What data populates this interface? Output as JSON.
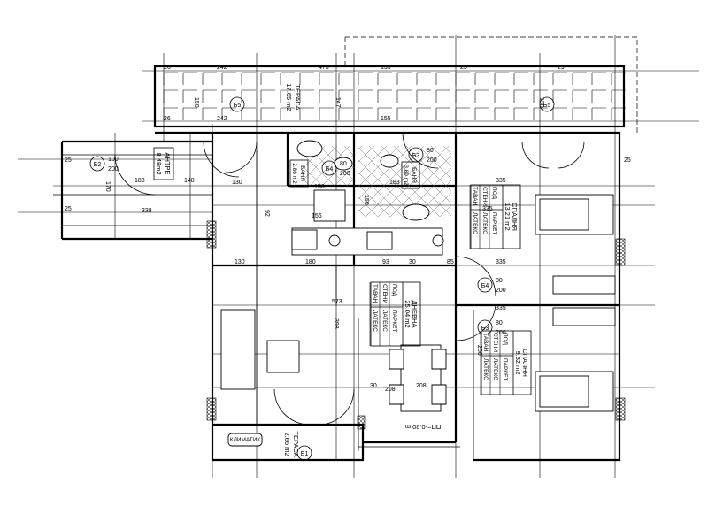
{
  "rooms": {
    "terrace_top": {
      "name": "ТЕРАСА",
      "area": "17.65 m2"
    },
    "entry": {
      "name": "АНТРЕ",
      "area": "8.48m2"
    },
    "bath_1": {
      "name": "БАНЯ",
      "area": "2.86 m2"
    },
    "bath_2": {
      "name": "БАНЯ",
      "area": "3.69 m2"
    },
    "bedroom_1": {
      "name": "СПАЛНЯ",
      "area": "13.21 m2"
    },
    "living": {
      "name": "ДНЕВНА",
      "area": "25.04 m2"
    },
    "bedroom_2": {
      "name": "СПАЛНЯ",
      "area": "9.32 m2"
    },
    "terrace_bottom": {
      "name": "ТЕРАСА",
      "area": "2.66 m2"
    }
  },
  "finish_table": {
    "rows": [
      {
        "surface": "ПОД",
        "material": "ПАРКЕТ"
      },
      {
        "surface": "СТЕНИ",
        "material": "ЛАТЕКС"
      },
      {
        "surface": "ТАВАН",
        "material": "ЛАТЕКС"
      }
    ]
  },
  "labels": {
    "air_conditioner": "КЛИМАТИК",
    "floor_level": "ПП=-0.20 m"
  },
  "doors": [
    {
      "mark": "Б2",
      "width": "100",
      "height": "200"
    },
    {
      "mark": "Б4",
      "width": "80",
      "height": "200"
    },
    {
      "mark": "Б3",
      "width": "80",
      "height": "200"
    },
    {
      "mark": "Б4",
      "width": "80",
      "height": "200"
    },
    {
      "mark": "Б3",
      "width": "80",
      "height": "200"
    }
  ],
  "windows": [
    {
      "mark": "Б5"
    },
    {
      "mark": "Б5"
    },
    {
      "mark": "Б1"
    }
  ],
  "dimensions": [
    "26",
    "242",
    "475",
    "155",
    "297",
    "25",
    "150",
    "147",
    "150",
    "26",
    "242",
    "155",
    "188",
    "148",
    "170",
    "130",
    "183",
    "156",
    "156",
    "338",
    "25",
    "92",
    "130",
    "180",
    "93",
    "30",
    "85",
    "335",
    "335",
    "335",
    "335",
    "573",
    "398",
    "208",
    "25",
    "30",
    "150",
    "208",
    "200",
    "25"
  ]
}
